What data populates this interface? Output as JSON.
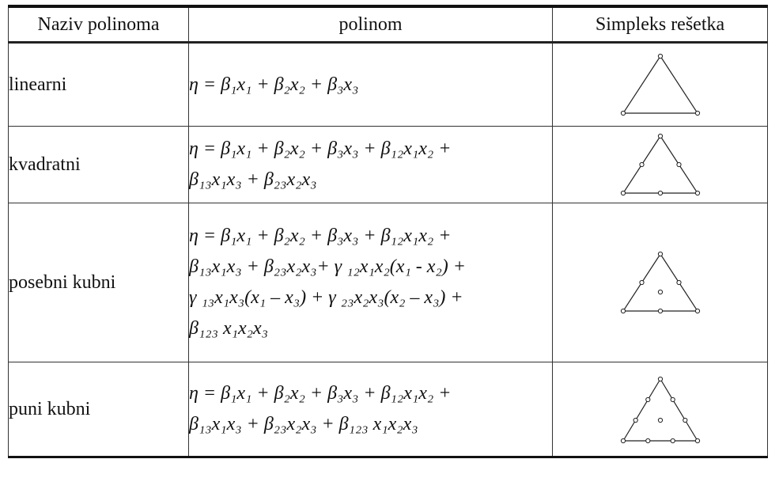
{
  "header": {
    "col_name": "Naziv polinoma",
    "col_poly": "polinom",
    "col_lattice": "Simpleks rešetka"
  },
  "rows": [
    {
      "name": "linearni",
      "formula": [
        "η = β₁x₁ + β₂x₂ + β₃x₃"
      ],
      "lattice_icon": "linear-simplex-lattice-icon"
    },
    {
      "name": "kvadratni",
      "formula": [
        "η = β₁x₁ + β₂x₂ + β₃x₃ + β₁₂x₁x₂ +",
        "β₁₃x₁x₃ + β₂₃x₂x₃"
      ],
      "lattice_icon": "quadratic-simplex-lattice-icon"
    },
    {
      "name": "posebni kubni",
      "formula": [
        "η = β₁x₁ + β₂x₂ + β₃x₃ + β₁₂x₁x₂ +",
        "β₁₃x₁x₃ + β₂₃x₂x₃+ γ ₁₂x₁x₂(x₁ - x₂) +",
        "γ ₁₃x₁x₃(x₁ – x₃) + γ ₂₃x₂x₃(x₂ – x₃) +",
        "β₁₂₃ x₁x₂x₃"
      ],
      "lattice_icon": "special-cubic-simplex-lattice-icon"
    },
    {
      "name": "puni kubni",
      "formula": [
        "η = β₁x₁ + β₂x₂ + β₃x₃ + β₁₂x₁x₂ +",
        "β₁₃x₁x₃ + β₂₃x₂x₃ + β₁₂₃ x₁x₂x₃"
      ],
      "lattice_icon": "full-cubic-simplex-lattice-icon"
    }
  ]
}
